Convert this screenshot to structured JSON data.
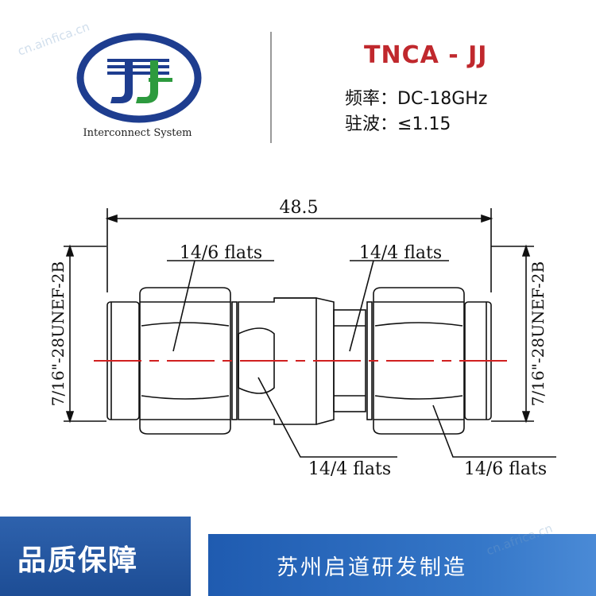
{
  "header": {
    "logo_caption": "Interconnect System",
    "model": "TNCA - JJ",
    "specs": [
      {
        "label": "频率：",
        "value": "DC-18GHz"
      },
      {
        "label": "驻波：",
        "value": "≤1.15"
      }
    ]
  },
  "drawing": {
    "overall_length": "48.5",
    "left_thread": "7/16\"-28UNEF-2B",
    "right_thread": "7/16\"-28UNEF-2B",
    "callouts": {
      "top_left": "14/6 flats",
      "top_right": "14/4 flats",
      "bottom_left": "14/4 flats",
      "bottom_right": "14/6 flats"
    }
  },
  "footer": {
    "left_text": "品质保障",
    "right_text": "苏州启道研发制造"
  },
  "watermarks": [
    "cn.ainfica.cn",
    "cn.africa.cn"
  ],
  "colors": {
    "model_red": "#c0282d",
    "centerline_red": "#d02020",
    "footer_blue": "#1d4d95",
    "logo_blue": "#1e3d8f",
    "logo_green": "#2d9a3e"
  }
}
